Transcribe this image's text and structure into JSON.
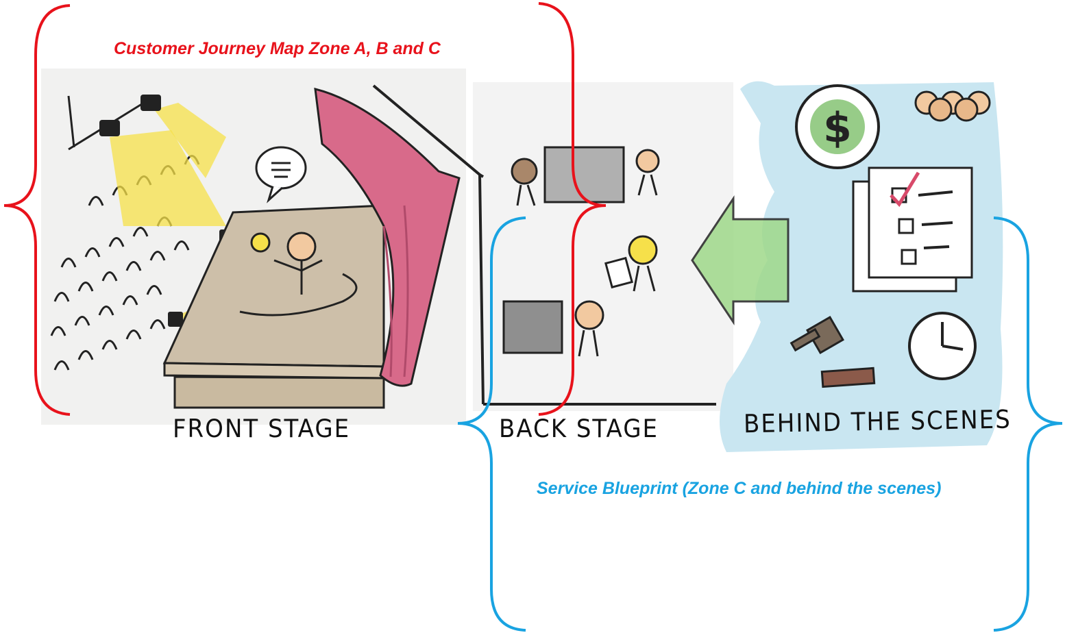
{
  "captions": {
    "customer_journey": "Customer Journey Map Zone A, B and C",
    "service_blueprint": "Service Blueprint (Zone C and behind the scenes)"
  },
  "stage_labels": {
    "front": "FRONT STAGE",
    "back": "BACK STAGE",
    "behind": "BEHIND THE SCENES"
  },
  "sign_text": "$",
  "colors": {
    "journey_bracket": "#e8121b",
    "blueprint_bracket": "#19a3e1",
    "spotlight": "#f6e04a",
    "curtain": "#d86a8a",
    "stage": "#cdbfa9",
    "behind_wash": "#bfe1ee",
    "arrow": "#9fd98a"
  }
}
